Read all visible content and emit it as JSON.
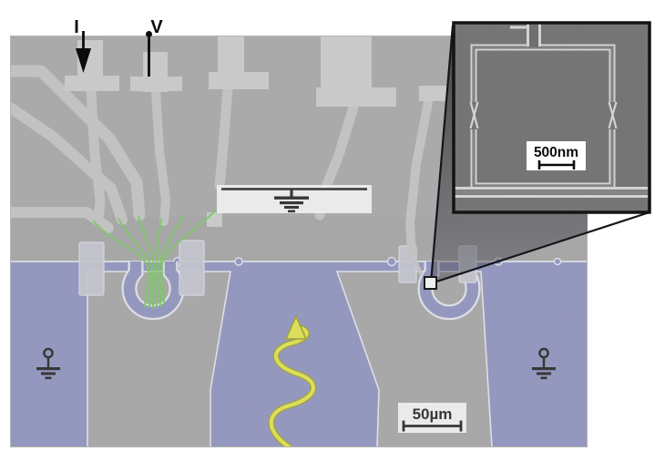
{
  "figure": {
    "labels": {
      "current": "I",
      "voltage": "V"
    },
    "scale_bars": {
      "main": "50µm",
      "inset": "500nm"
    },
    "icons": {
      "current_arrow": "down-arrow-icon",
      "voltage_probe": "probe-dot-line-icon",
      "ground_left": "ground-symbol-icon",
      "ground_right": "ground-symbol-icon",
      "ground_gate_box": "ground-symbol-icon",
      "phonon_wave": "wavy-up-arrow-icon",
      "callout_marker": "zoom-target-square-icon"
    },
    "colors": {
      "membrane_blue": "#8b8fc2",
      "mesa_gray": "#a4a4a4",
      "sem_background_gray": "#a7a7a7",
      "lead_gray": "#cdcdcd",
      "nanowire_green": "#6fce51",
      "wave_arrow_yellow": "#ecee3a",
      "inset_background": "#575757",
      "inset_loop_bright": "#dedede"
    }
  }
}
